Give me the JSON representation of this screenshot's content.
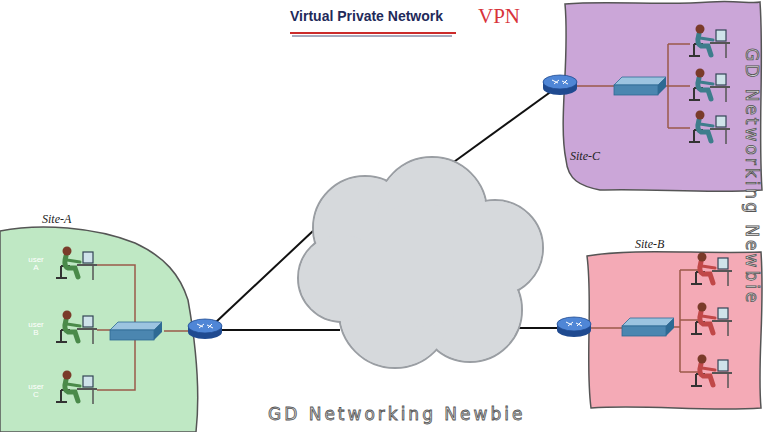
{
  "diagram": {
    "title": "Virtual Private Network",
    "nodes": [
      {
        "text": [
          "Site-C"
        ]
      },
      {
        "text": [
          "Site-A"
        ]
      },
      {
        "text": [
          "user A"
        ],
        "in": 1
      },
      {
        "text": [
          "user B"
        ],
        "in": 1
      },
      {
        "text": [
          "user C"
        ],
        "in": 1
      },
      {
        "text": [
          "Site-B"
        ]
      }
    ],
    "labels": [
      "VPN",
      "GD Networking Newbie",
      "GD Networking Newbie"
    ]
  }
}
